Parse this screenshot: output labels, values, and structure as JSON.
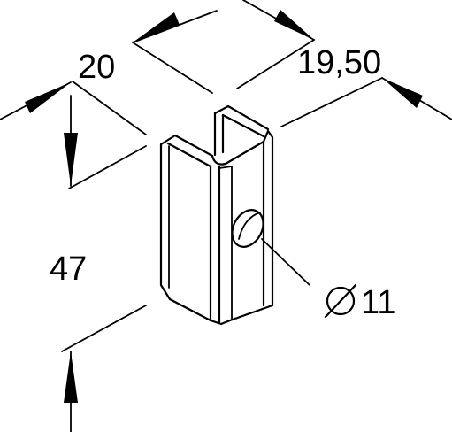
{
  "dimensions": {
    "width_label": "20",
    "depth_label": "19,50",
    "height_label": "47",
    "hole_diameter_label": "11",
    "diameter_symbol": "ø"
  },
  "colors": {
    "ink": "#000000",
    "background": "#ffffff"
  }
}
